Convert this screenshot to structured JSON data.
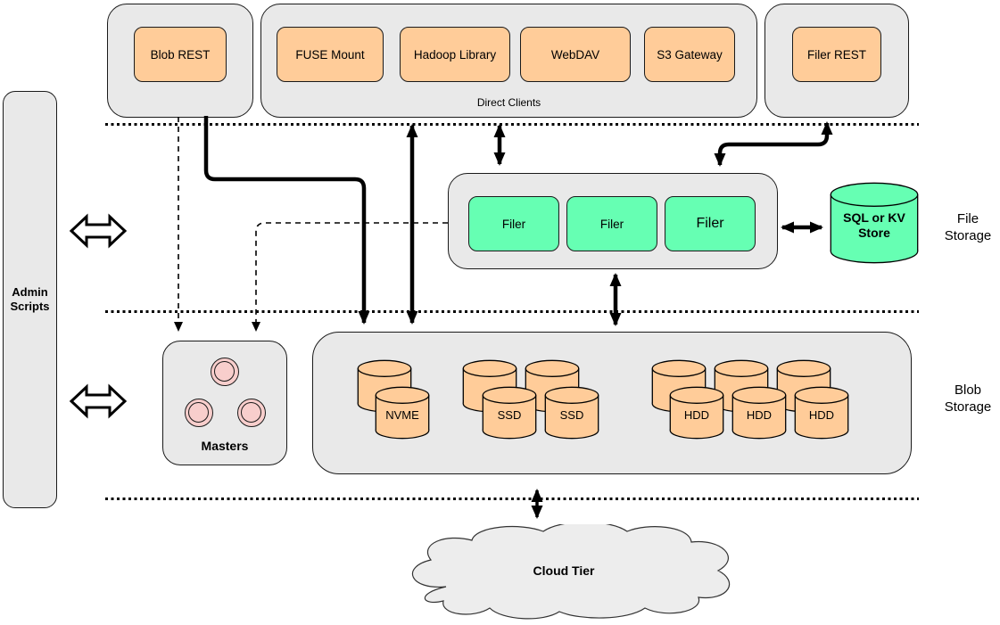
{
  "colors": {
    "node_orange": "#ffcc99",
    "node_green": "#66ffb3",
    "group_gray": "#e9e9e9",
    "masters_pink": "#f8cecc",
    "cloud_gray": "#ededed",
    "line_black": "#000000"
  },
  "admin": {
    "label": "Admin Scripts"
  },
  "blob_api": {
    "label": "Blob REST"
  },
  "direct_clients": {
    "label": "Direct Clients",
    "items": [
      "FUSE Mount",
      "Hadoop Library",
      "WebDAV",
      "S3 Gateway"
    ]
  },
  "filer_api": {
    "label": "Filer REST"
  },
  "file_storage": {
    "layer_label": "File Storage",
    "filers": [
      "Filer",
      "Filer",
      "Filer"
    ],
    "metadata_store": "SQL or KV Store"
  },
  "blob_storage": {
    "layer_label": "Blob Storage",
    "masters": "Masters",
    "volumes": [
      "NVME",
      "SSD",
      "SSD",
      "HDD",
      "HDD",
      "HDD"
    ]
  },
  "cloud": {
    "label": "Cloud Tier"
  }
}
